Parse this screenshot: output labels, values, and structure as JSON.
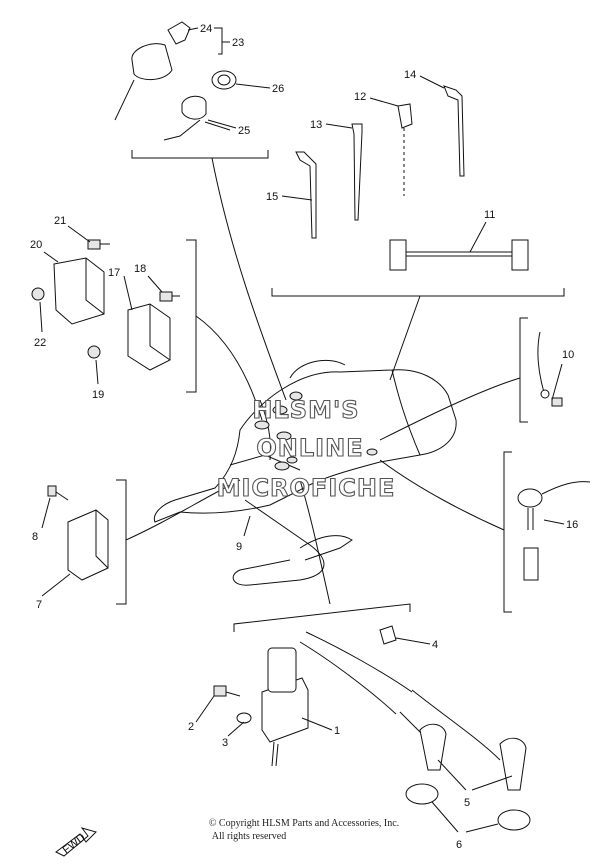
{
  "watermark": {
    "line1": "HLSM'S",
    "line2": "ONLINE",
    "line3": "MICROFICHE"
  },
  "copyright": {
    "line1": "© Copyright HLSM Parts and Accessories, Inc.",
    "line2": "All rights reserved"
  },
  "fwd_label": "FWD",
  "callouts": {
    "c1": "1",
    "c2": "2",
    "c3": "3",
    "c4": "4",
    "c5": "5",
    "c6": "6",
    "c7": "7",
    "c8": "8",
    "c9": "9",
    "c10": "10",
    "c11": "11",
    "c12": "12",
    "c13": "13",
    "c14": "14",
    "c15": "15",
    "c16": "16",
    "c17": "17",
    "c18": "18",
    "c19": "19",
    "c20": "20",
    "c21": "21",
    "c22": "22",
    "c23": "23",
    "c24": "24",
    "c25": "25",
    "c26": "26"
  }
}
